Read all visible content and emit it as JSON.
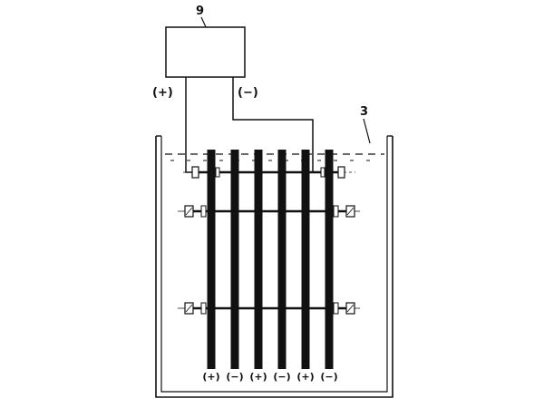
{
  "labels": {
    "power_supply_ref": "9",
    "tank_ref": "3",
    "terminal_positive": "(+)",
    "terminal_negative": "(−)"
  },
  "electrodes": {
    "count": 6,
    "polarity_labels": [
      "(+)",
      "(−)",
      "(+)",
      "(−)",
      "(+)",
      "(−)"
    ]
  },
  "colors": {
    "ink": "#111111",
    "background": "#ffffff"
  }
}
